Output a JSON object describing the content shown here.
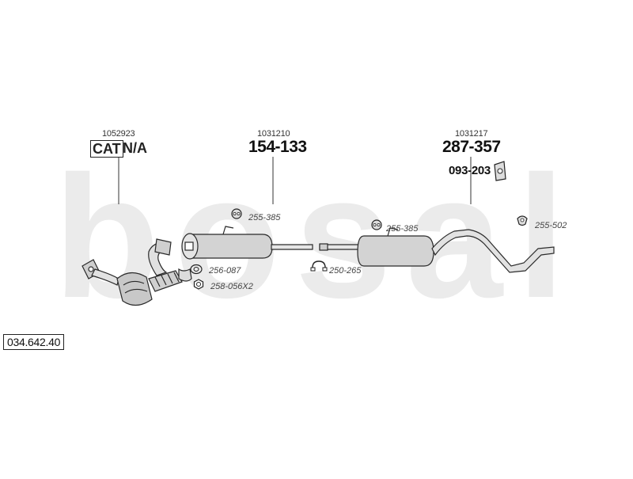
{
  "diagram_number": "034.642.40",
  "watermark_text": "bosal",
  "colors": {
    "watermark": "#e9e9e9",
    "line": "#2a2a2a",
    "part_fill": "#d6d6d6"
  },
  "front_section": {
    "ref_number": "1052923",
    "cat_label": "CAT",
    "cat_value": "N/A",
    "parts": [
      {
        "code": "256-087",
        "icon": "gasket-icon"
      },
      {
        "code": "258-056X2",
        "icon": "nut-icon"
      }
    ]
  },
  "middle_section": {
    "ref_number": "1031210",
    "part_number": "154-133",
    "parts": [
      {
        "code": "255-385",
        "icon": "rubber-hanger-icon"
      },
      {
        "code": "250-265",
        "icon": "clamp-icon"
      }
    ]
  },
  "rear_section": {
    "ref_number": "1031217",
    "part_number": "287-357",
    "sub_part_number": "093-203",
    "parts": [
      {
        "code": "255-385",
        "icon": "rubber-hanger-icon"
      },
      {
        "code": "255-502",
        "icon": "rubber-hanger-icon"
      }
    ]
  }
}
